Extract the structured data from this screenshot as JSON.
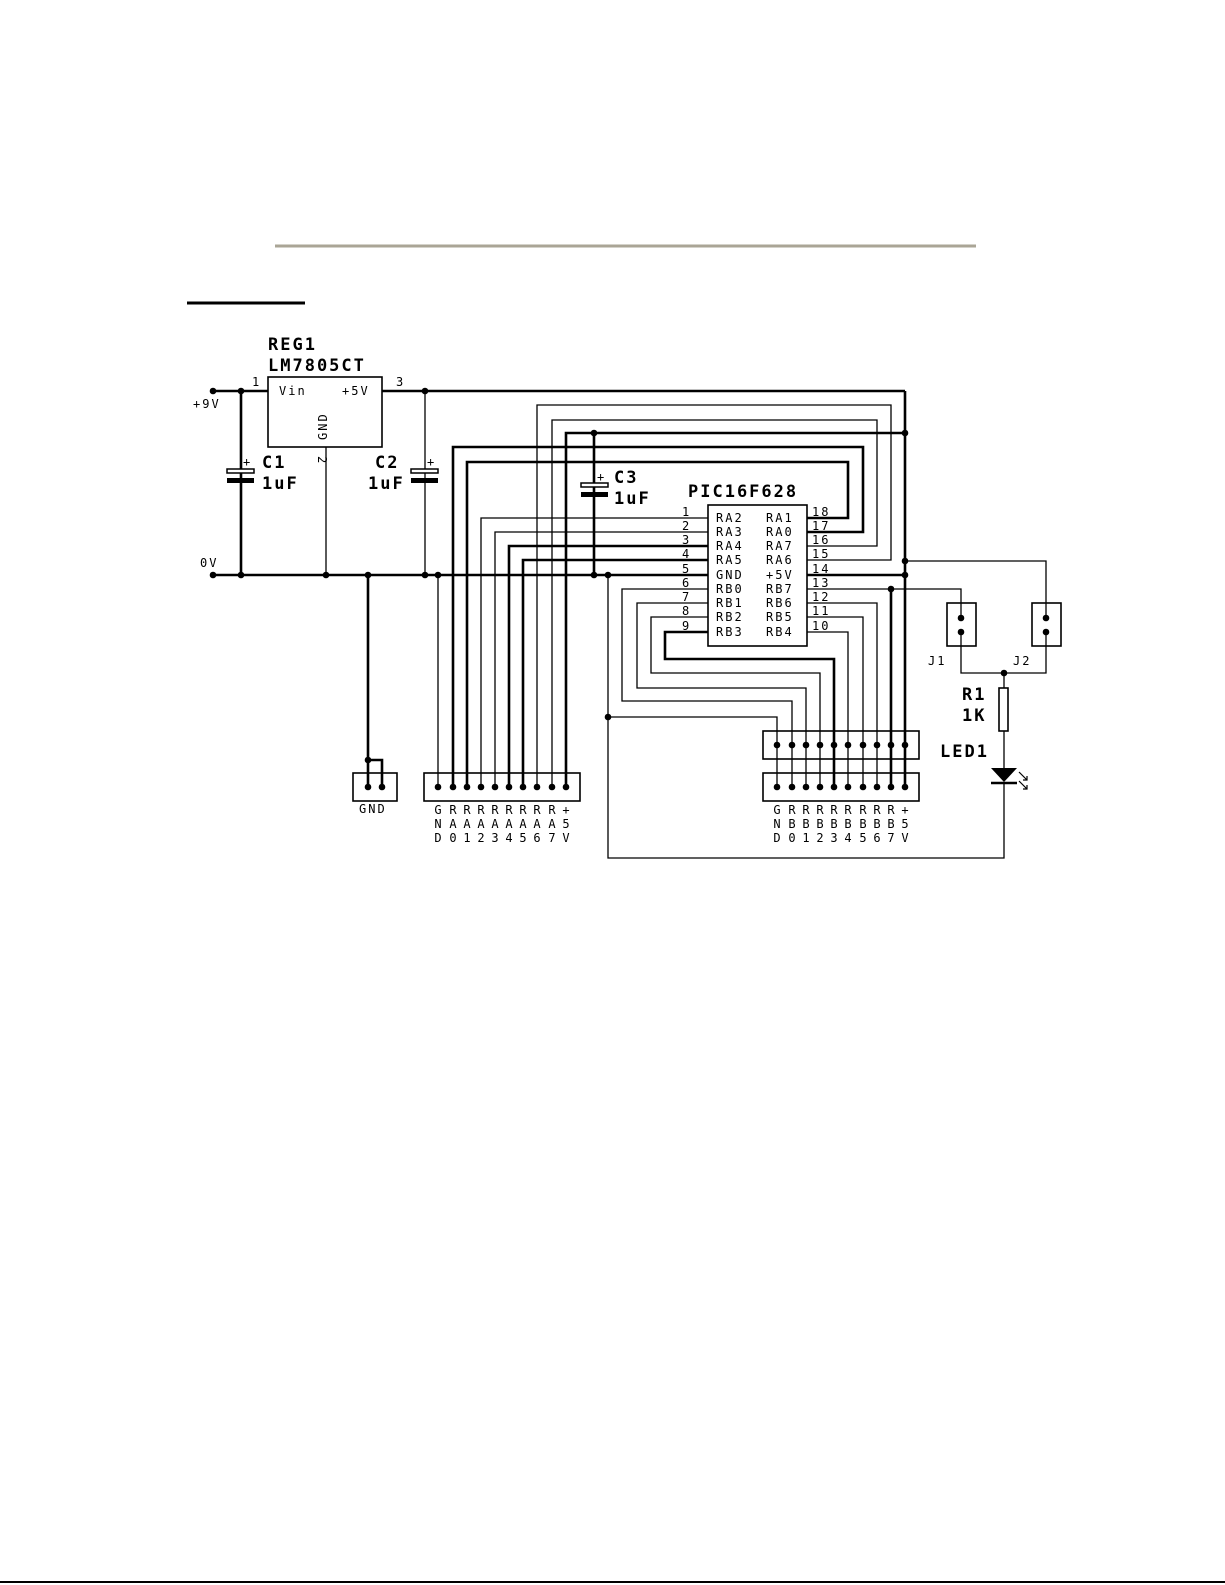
{
  "regulator": {
    "ref": "REG1",
    "part": "LM7805CT",
    "pin_in": "Vin",
    "pin_out": "+5V",
    "pin_gnd": "GND",
    "pin1": "1",
    "pin2": "2",
    "pin3": "3"
  },
  "supply": {
    "plus9v": "+9V",
    "zero_v": "0V"
  },
  "capacitors": [
    {
      "ref": "C1",
      "value": "1uF",
      "polarity": "+"
    },
    {
      "ref": "C2",
      "value": "1uF",
      "polarity": "+"
    },
    {
      "ref": "C3",
      "value": "1uF",
      "polarity": "+"
    }
  ],
  "mcu": {
    "part": "PIC16F628",
    "left_pins": [
      {
        "num": "1",
        "name": "RA2"
      },
      {
        "num": "2",
        "name": "RA3"
      },
      {
        "num": "3",
        "name": "RA4"
      },
      {
        "num": "4",
        "name": "RA5"
      },
      {
        "num": "5",
        "name": "GND"
      },
      {
        "num": "6",
        "name": "RB0"
      },
      {
        "num": "7",
        "name": "RB1"
      },
      {
        "num": "8",
        "name": "RB2"
      },
      {
        "num": "9",
        "name": "RB3"
      }
    ],
    "right_pins": [
      {
        "num": "18",
        "name": "RA1"
      },
      {
        "num": "17",
        "name": "RA0"
      },
      {
        "num": "16",
        "name": "RA7"
      },
      {
        "num": "15",
        "name": "RA6"
      },
      {
        "num": "14",
        "name": "+5V"
      },
      {
        "num": "13",
        "name": "RB7"
      },
      {
        "num": "12",
        "name": "RB6"
      },
      {
        "num": "11",
        "name": "RB5"
      },
      {
        "num": "10",
        "name": "RB4"
      }
    ]
  },
  "gnd_header": {
    "label": "GND"
  },
  "porta_header": {
    "pins": [
      "GND",
      "RA0",
      "RA1",
      "RA2",
      "RA3",
      "RA4",
      "RA5",
      "RA6",
      "RA7",
      "+5V"
    ]
  },
  "portb_header": {
    "pins": [
      "GND",
      "RB0",
      "RB1",
      "RB2",
      "RB3",
      "RB4",
      "RB5",
      "RB6",
      "RB7",
      "+5V"
    ]
  },
  "jumpers": [
    {
      "ref": "J1"
    },
    {
      "ref": "J2"
    }
  ],
  "resistor": {
    "ref": "R1",
    "value": "1K"
  },
  "led": {
    "ref": "LED1"
  },
  "colors": {
    "rule": "#aaa596",
    "ink": "#000000"
  }
}
